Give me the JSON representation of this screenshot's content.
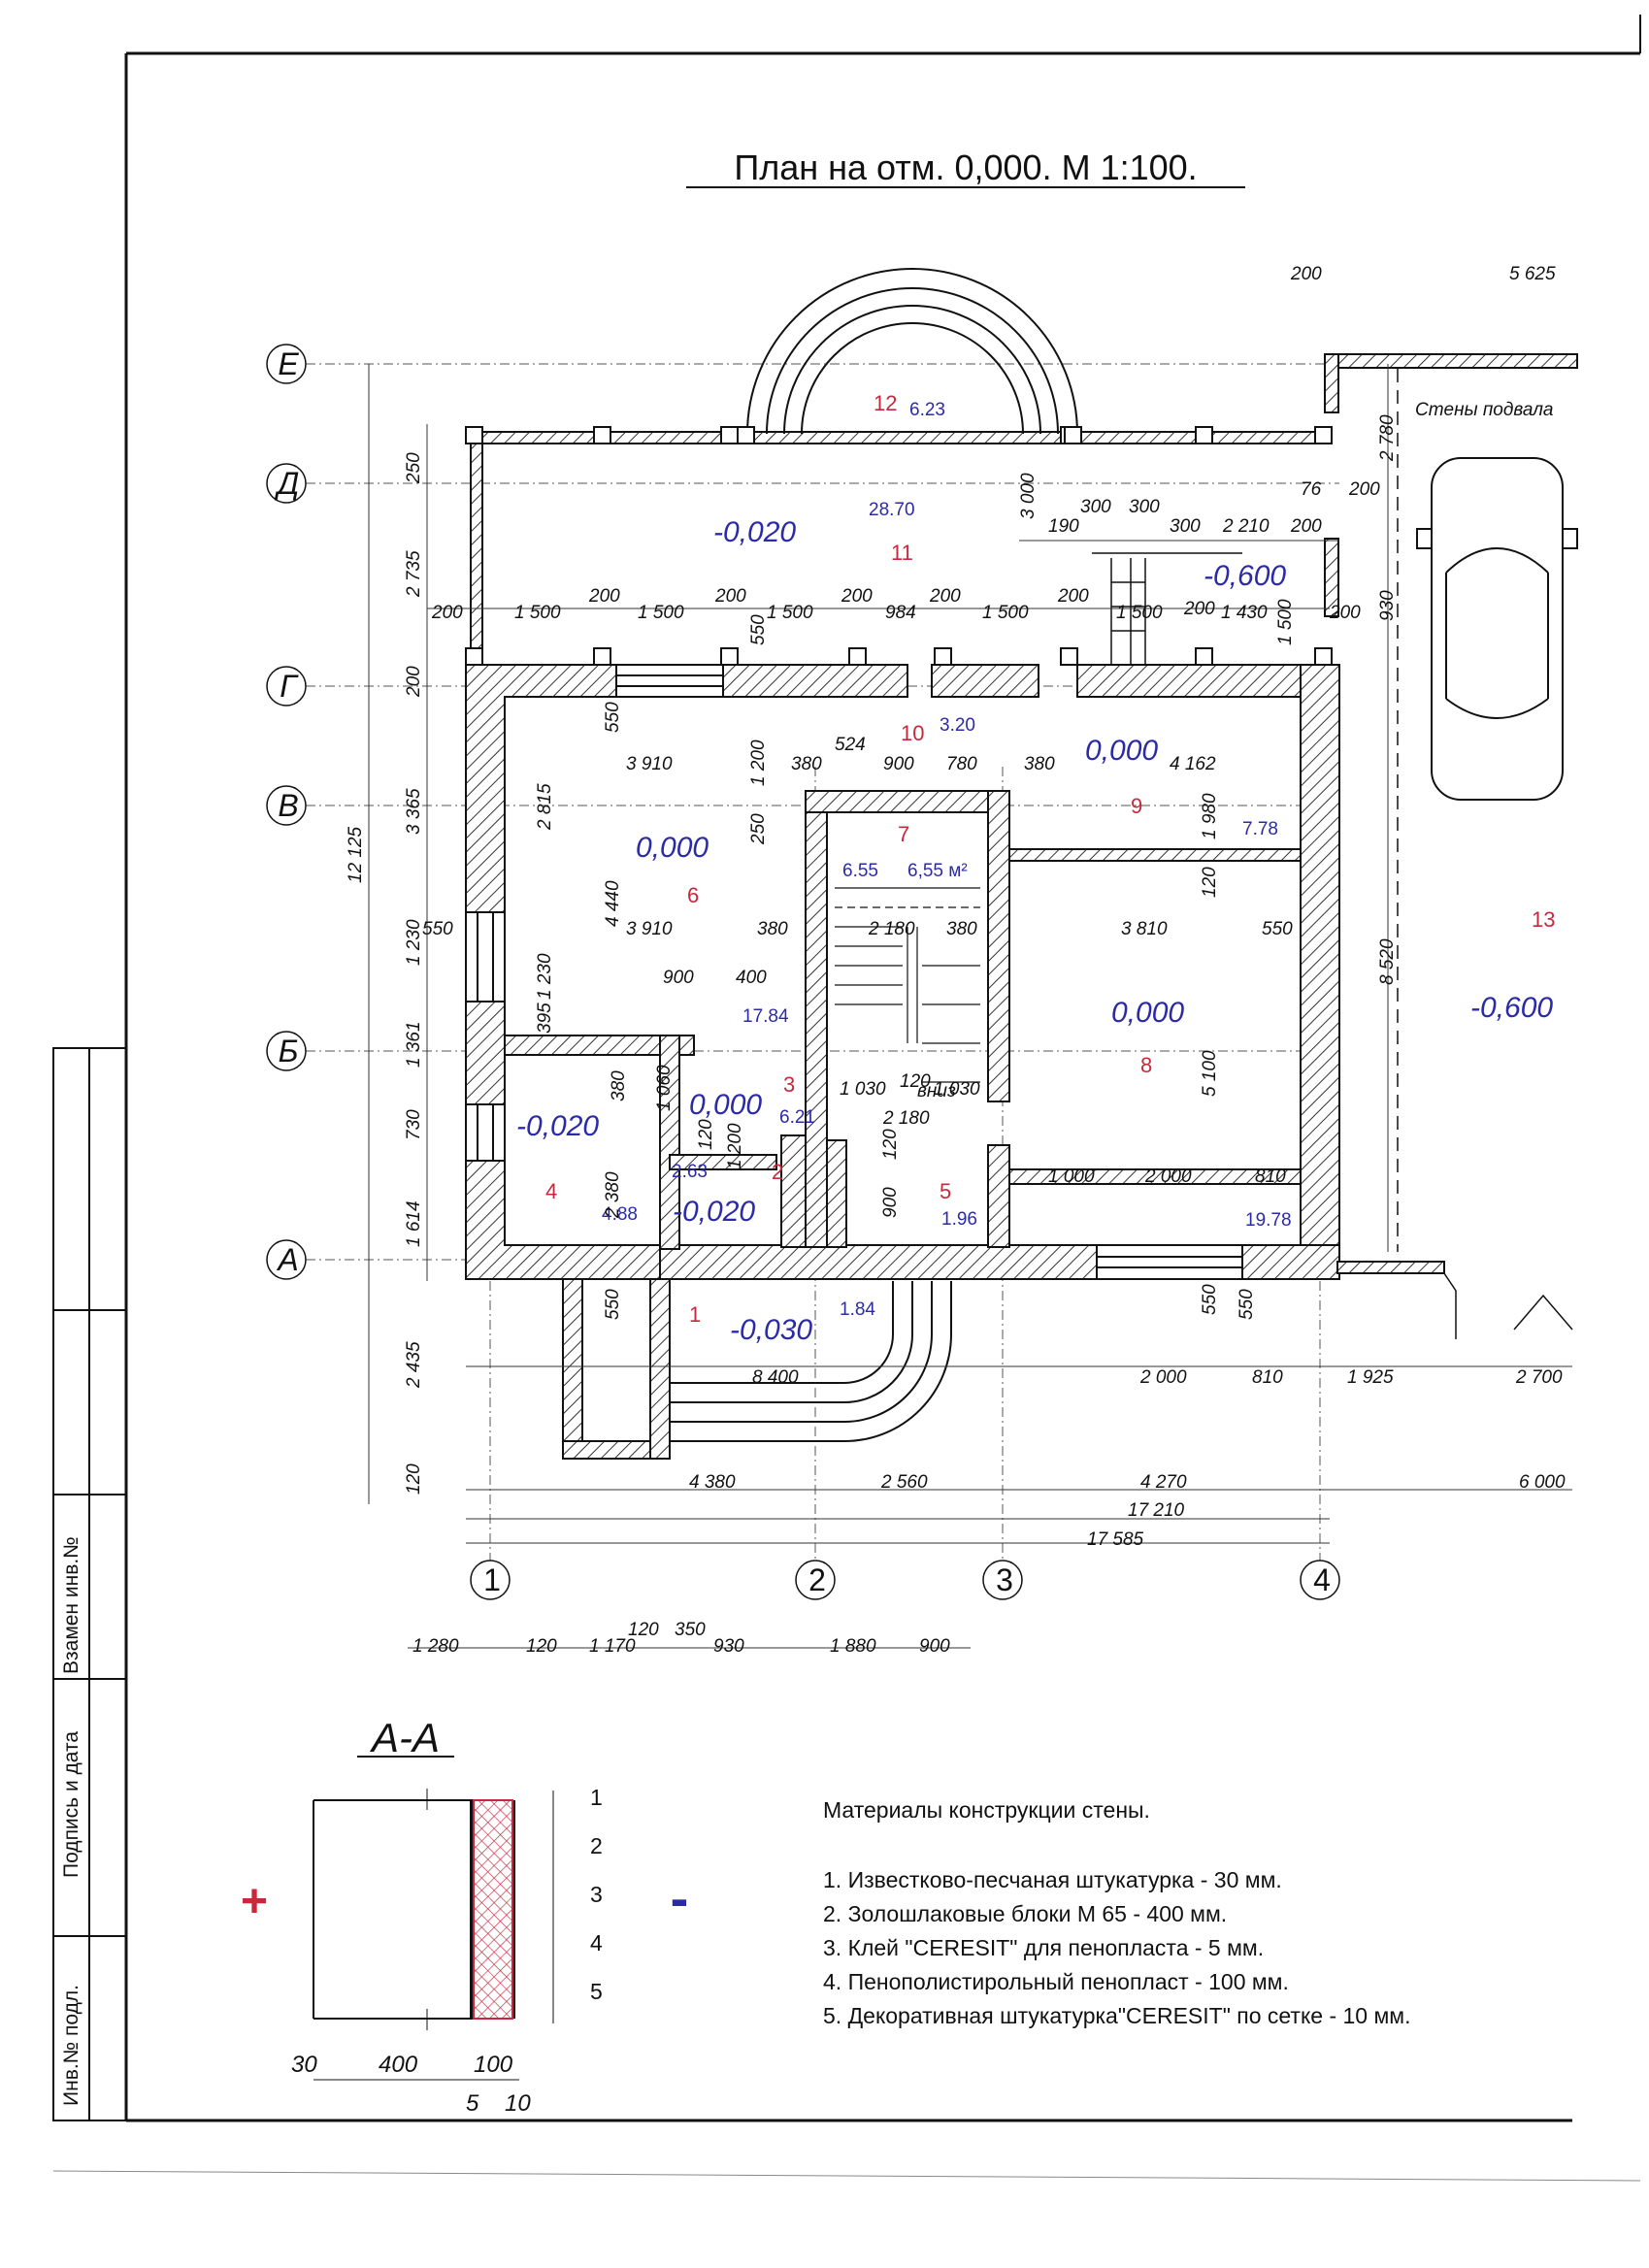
{
  "title": "План на отм. 0,000. М 1:100.",
  "section_title": "А-А",
  "axes_letters": [
    "Е",
    "Д",
    "Г",
    "В",
    "Б",
    "А"
  ],
  "axes_numbers": [
    "1",
    "2",
    "3",
    "4"
  ],
  "basement_label": "Стены подвала",
  "stair_label": "вниз",
  "rooms": [
    {
      "num": "1",
      "area": "1.84",
      "level": "-0,030"
    },
    {
      "num": "2",
      "area": "2.63",
      "level": "-0,020"
    },
    {
      "num": "3",
      "area": "6.21",
      "level": "0,000"
    },
    {
      "num": "4",
      "area": "4.88",
      "level": "-0,020"
    },
    {
      "num": "5",
      "area": "1.96",
      "level": ""
    },
    {
      "num": "6",
      "area": "17.84",
      "level": "0,000"
    },
    {
      "num": "7",
      "area": "6.55",
      "area2": "6,55 м²",
      "level": ""
    },
    {
      "num": "8",
      "area": "19.78",
      "level": "0,000"
    },
    {
      "num": "9",
      "area": "7.78",
      "level": "0,000"
    },
    {
      "num": "10",
      "area": "3.20",
      "level": ""
    },
    {
      "num": "11",
      "area": "28.70",
      "level": "-0,020"
    },
    {
      "num": "12",
      "area": "6.23",
      "level": ""
    },
    {
      "num": "13",
      "area": "",
      "level": "-0,600"
    }
  ],
  "extra_level": "-0,600",
  "dims": {
    "top_row": [
      "200",
      "1 500",
      "200",
      "1 500",
      "200",
      "1 500",
      "200",
      "984",
      "200",
      "1 500",
      "200",
      "1 500",
      "200",
      "1 430",
      "200"
    ],
    "top_right": [
      "200",
      "5 625"
    ],
    "upper_right": [
      "190",
      "300",
      "300",
      "300",
      "2 210",
      "200",
      "76",
      "200"
    ],
    "left_vertical": [
      "250",
      "2 735",
      "200",
      "3 365",
      "1 230",
      "1 361",
      "730",
      "1 614",
      "2 435",
      "120"
    ],
    "left_total": "12 125",
    "inner": [
      "550",
      "3 910",
      "2 815",
      "4 440",
      "3 910",
      "380",
      "550",
      "1 230",
      "395",
      "900",
      "400",
      "380",
      "1 060",
      "120",
      "1 200",
      "2 380",
      "1 200",
      "524",
      "380",
      "900",
      "780",
      "380",
      "4 162",
      "250",
      "2 180",
      "380",
      "1 030",
      "120",
      "1 030",
      "2 180",
      "120",
      "900",
      "3 810",
      "550",
      "1 980",
      "120",
      "5 100",
      "1 000",
      "2 000",
      "810",
      "550",
      "550",
      "550",
      "3 000",
      "2 780",
      "930",
      "8 520",
      "1 500",
      "550"
    ],
    "bottom_row1": [
      "8 400",
      "2 000",
      "810",
      "1 925",
      "2 700"
    ],
    "bottom_row2": [
      "4 380",
      "2 560",
      "4 270",
      "6 000"
    ],
    "bottom_total1": "17 210",
    "bottom_total2": "17 585",
    "bottom_small": [
      "1 280",
      "120",
      "1 170",
      "120",
      "350",
      "930",
      "1 880",
      "900"
    ]
  },
  "section": {
    "layers": [
      "1",
      "2",
      "3",
      "4",
      "5"
    ],
    "dims": [
      "30",
      "400",
      "100",
      "5",
      "10"
    ],
    "plus": "+",
    "minus": "-"
  },
  "materials": {
    "heading": "Материалы конструкции стены.",
    "items": [
      "1. Известково-песчаная штукатурка - 30 мм.",
      "2. Золошлаковые блоки М 65 - 400 мм.",
      "3. Клей \"CERESIT\" для пенопласта - 5 мм.",
      "4. Пенополистирольный пенопласт - 100 мм.",
      "5. Декоративная штукатурка\"CERESIT\" по сетке - 10 мм."
    ]
  },
  "stamp": [
    "Взамен инв.№",
    "Подпись и дата",
    "Инв.№ подл."
  ],
  "colors": {
    "line": "#111111",
    "level": "#2b2ba8",
    "room_number": "#c8283c",
    "hatch": "#333333",
    "insulation": "#c8283c"
  }
}
